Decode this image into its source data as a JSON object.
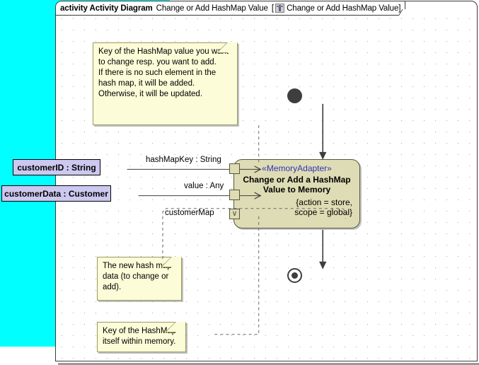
{
  "frame": {
    "keyword": "activity Activity Diagram",
    "name": "Change or Add HashMap Value",
    "bracket_open": "[",
    "bracket_close": "]",
    "icon": "activity-diagram-icon",
    "qualified_name": "Change or Add HashMap Value"
  },
  "notes": [
    {
      "id": "note-hashmap-key",
      "text": "Key of the HashMap value you want to change resp. you want to add.\nIf there is no such element in the hash map, it will be added.\nOtherwise, it will be updated."
    },
    {
      "id": "note-new-hashmap-data",
      "text": "The new hash map data (to change or add)."
    },
    {
      "id": "note-hashmap-itself",
      "text": "Key of the HashMap itself within memory."
    }
  ],
  "object_nodes": [
    {
      "id": "object-node-customer-id",
      "label": "customerID : String"
    },
    {
      "id": "object-node-customer-data",
      "label": "customerData : Customer"
    }
  ],
  "action": {
    "stereotype": "«MemoryAdapter»",
    "name": "Change or Add a HashMap\nValue to Memory",
    "properties": "{action = store,\nscope = global}",
    "fill_color": "#dedcb4",
    "stereotype_color": "#3333bb"
  },
  "pins": [
    {
      "id": "pin-hashmap-key",
      "label": "hashMapKey : String",
      "glyph": ""
    },
    {
      "id": "pin-value",
      "label": "value : Any",
      "glyph": ""
    },
    {
      "id": "pin-customer-map",
      "label": "customerMap",
      "glyph": "∨"
    }
  ],
  "control_nodes": {
    "initial": "initial-node",
    "final": "activity-final-node"
  },
  "colors": {
    "canvas_backdrop": "#00ffff",
    "note_fill": "#fdfcd8",
    "note_border": "#9a9a62",
    "object_node_fill": "#ccc8f0",
    "action_fill": "#dedcb4",
    "action_border": "#55553a",
    "control_node": "#3e3e3e",
    "frame_border": "#3a3a3a"
  }
}
